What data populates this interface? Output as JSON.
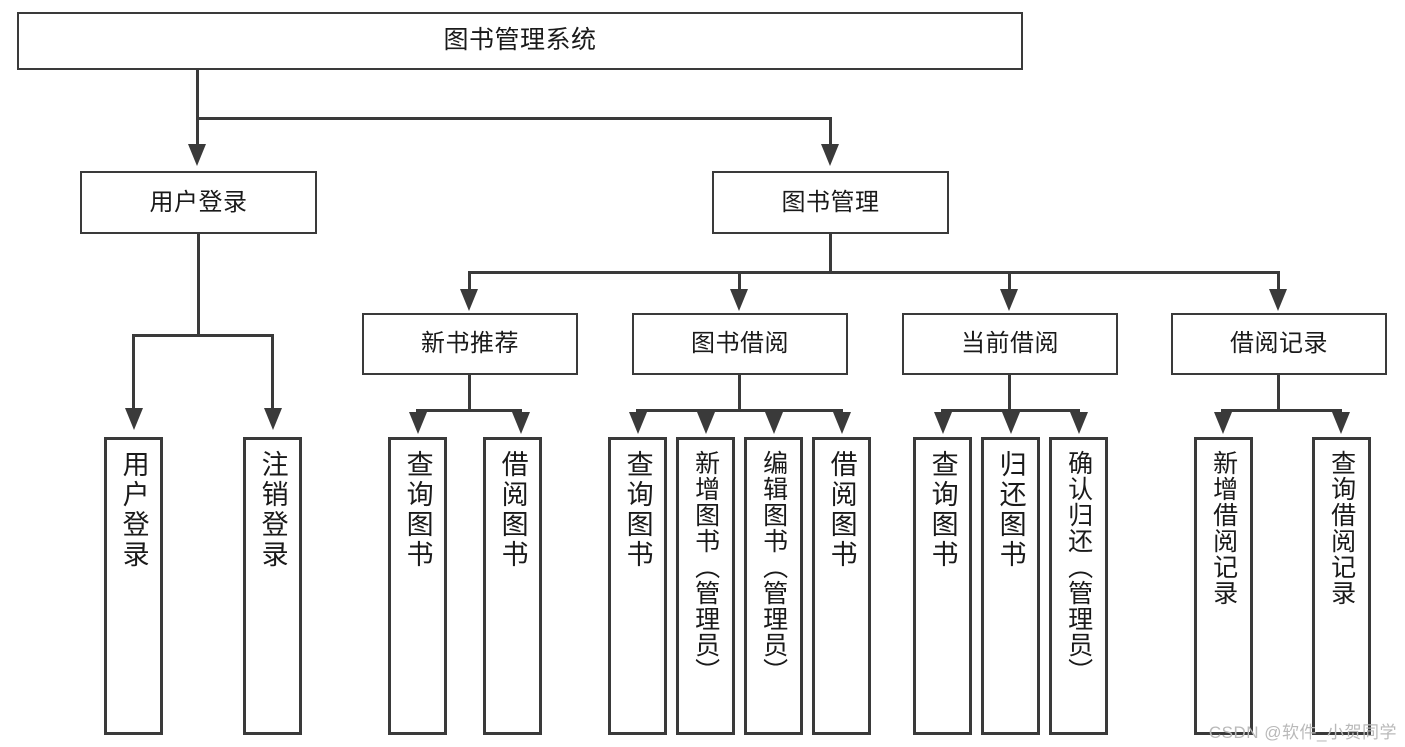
{
  "diagram": {
    "title": "图书管理系统",
    "type": "tree",
    "root": {
      "label": "图书管理系统"
    },
    "level1": [
      {
        "label": "用户登录"
      },
      {
        "label": "图书管理"
      }
    ],
    "level2": [
      {
        "label": "新书推荐"
      },
      {
        "label": "图书借阅"
      },
      {
        "label": "当前借阅"
      },
      {
        "label": "借阅记录"
      }
    ],
    "leaves": {
      "user_login": [
        {
          "label": "用户登录"
        },
        {
          "label": "注销登录"
        }
      ],
      "new_book_recommend": [
        {
          "label": "查询图书"
        },
        {
          "label": "借阅图书"
        }
      ],
      "book_borrow": [
        {
          "label": "查询图书"
        },
        {
          "label": "新增图书（管理员）"
        },
        {
          "label": "编辑图书（管理员）"
        },
        {
          "label": "借阅图书"
        }
      ],
      "current_borrow": [
        {
          "label": "查询图书"
        },
        {
          "label": "归还图书"
        },
        {
          "label": "确认归还（管理员）"
        }
      ],
      "borrow_record": [
        {
          "label": "新增借阅记录"
        },
        {
          "label": "查询借阅记录"
        }
      ]
    }
  },
  "watermark": {
    "text": "CSDN @软件_小贺同学"
  },
  "colors": {
    "stroke": "#3a3a3a",
    "text": "#1a1a1a",
    "background": "#ffffff",
    "watermark": "#b9b9b9"
  }
}
